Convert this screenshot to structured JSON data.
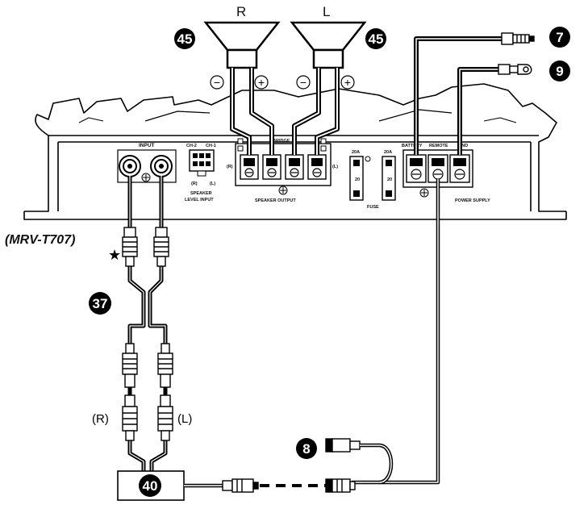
{
  "speakers": {
    "right_label": "R",
    "left_label": "L",
    "minus_symbol": "−",
    "plus_symbol": "+",
    "badge_number": "45"
  },
  "callouts": {
    "battery_number": "7",
    "ground_number": "9",
    "remote_number": "8",
    "rca_cable_number": "37",
    "source_number": "40"
  },
  "amplifier": {
    "input_label": "INPUT",
    "ch2_label": "CH-2",
    "ch1_label": "CH-1",
    "r_small": "(R)",
    "l_small": "(L)",
    "speaker_level_input_line1": "SPEAKER",
    "speaker_level_input_line2": "LEVEL INPUT",
    "bridge_label": "BRIDGE",
    "speaker_output_label": "SPEAKER OUTPUT",
    "fuse_rating": "20A",
    "fuse_value": "20",
    "fuse_label": "FUSE",
    "battery_label": "BATTERY",
    "remote_label": "REMOTE",
    "gnd_label": "GND",
    "power_supply_label": "POWER SUPPLY"
  },
  "model_label": "(MRV-T707)",
  "star_symbol": "★",
  "rca_r_label": "(R)",
  "rca_l_label": "(L)"
}
